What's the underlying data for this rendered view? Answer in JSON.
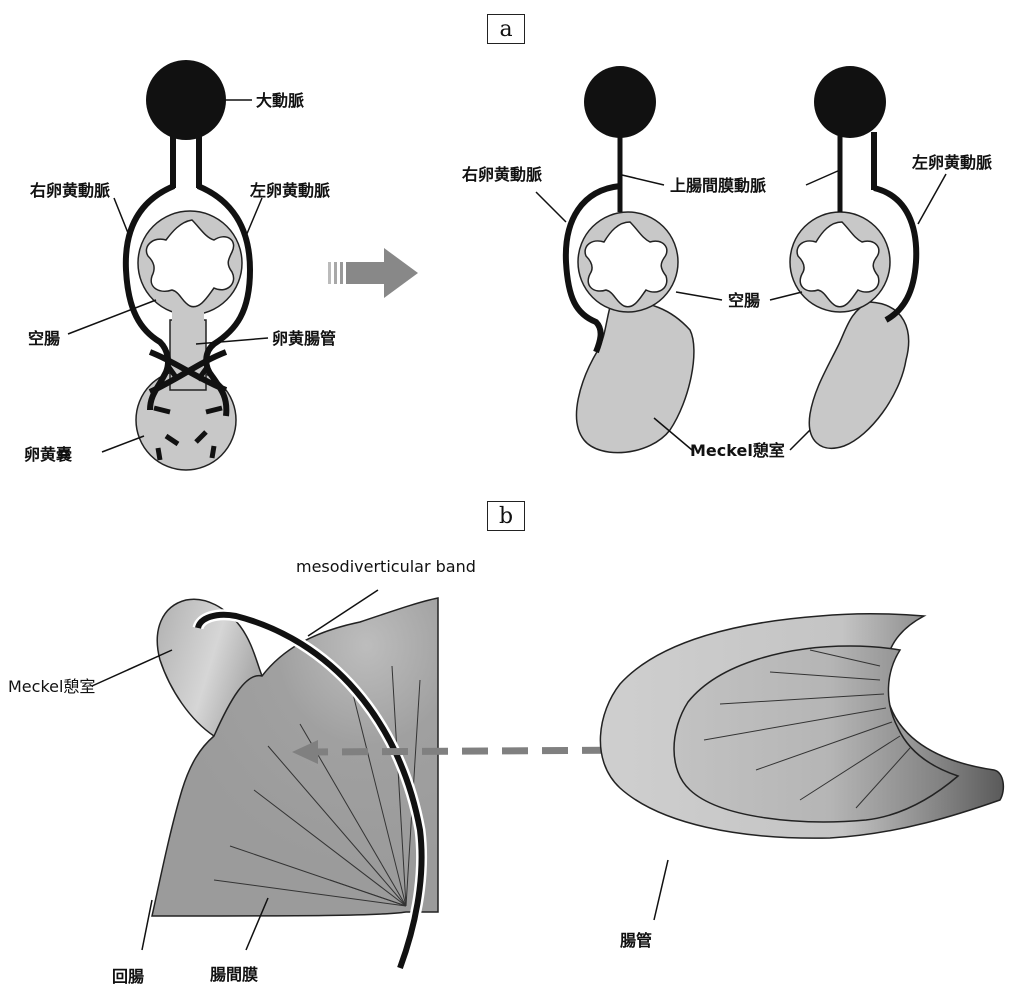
{
  "panels": {
    "a": "a",
    "b": "b"
  },
  "panel_a": {
    "left": {
      "aorta": "大動脈",
      "right_vitelline_artery": "右卵黄動脈",
      "left_vitelline_artery": "左卵黄動脈",
      "jejunum": "空腸",
      "vitelline_duct": "卵黄腸管",
      "yolk_sac": "卵黄嚢"
    },
    "right": {
      "right_vitelline_artery": "右卵黄動脈",
      "sma": "上腸間膜動脈",
      "left_vitelline_artery": "左卵黄動脈",
      "jejunum": "空腸",
      "meckel": "Meckel憩室"
    }
  },
  "panel_b": {
    "mesodiverticular_band": "mesodiverticular band",
    "meckel": "Meckel憩室",
    "ileum": "回腸",
    "mesentery": "腸間膜",
    "intestine": "腸管"
  },
  "colors": {
    "tissue": "#c8c8c8",
    "vessel": "#1a1a1a",
    "arrow": "#808080",
    "dark": "#111111"
  }
}
